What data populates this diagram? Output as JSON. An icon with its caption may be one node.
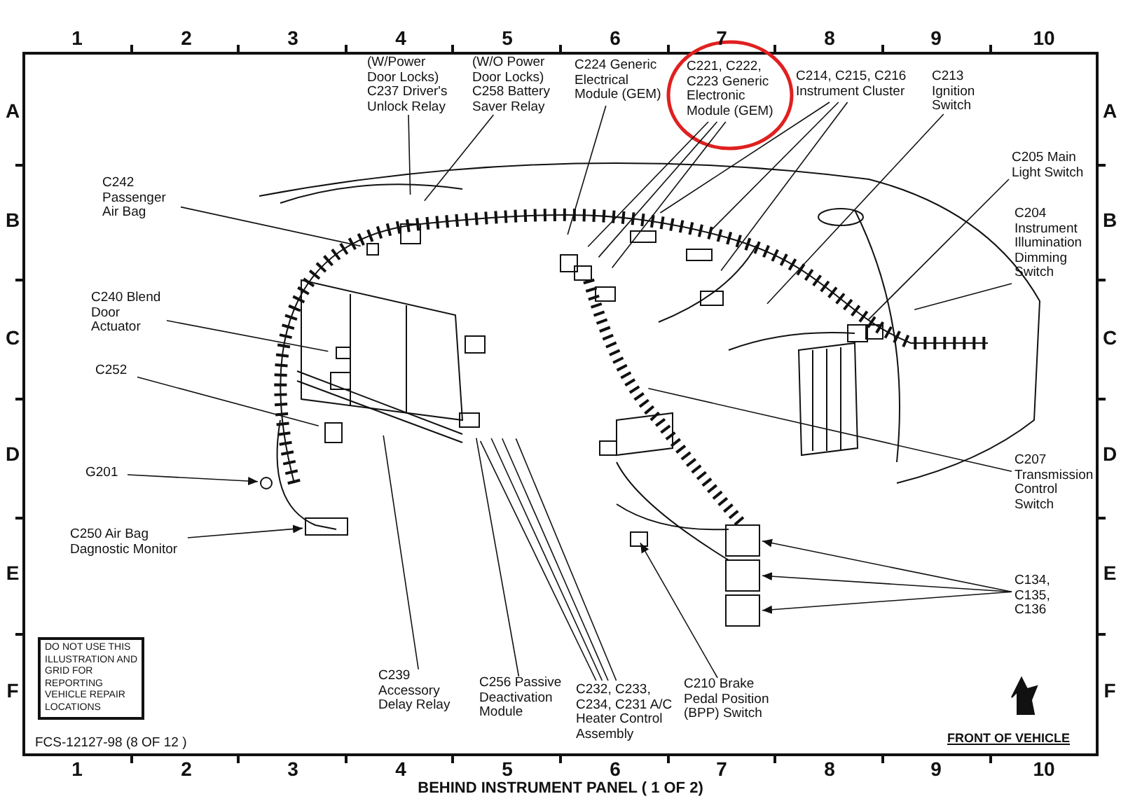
{
  "diagram": {
    "caption": "BEHIND INSTRUMENT PANEL ( 1 OF 2)",
    "nodes": [
      {
        "text": [
          "(W/Power Door Locks) C237 Driver's Unlock Relay"
        ]
      },
      {
        "text": [
          "(W/O Power Door Locks) C258 Battery Saver Relay"
        ]
      },
      {
        "text": [
          "C224 Generic Electrical Module (GEM)"
        ]
      },
      {
        "text": [
          "C221, C222, C223 Generic Electronic Module (GEM)"
        ]
      },
      {
        "text": [
          "C214, C215, C216 Instrument Cluster"
        ]
      },
      {
        "text": [
          "C213 Ignition Switch"
        ]
      },
      {
        "text": [
          "C205 Main Light Switch"
        ]
      },
      {
        "text": [
          "C242 Passenger Air Bag"
        ]
      },
      {
        "text": [
          "C204 Instrument Illumination Dimming Switch"
        ]
      },
      {
        "text": [
          "C240 Blend Door Actuator"
        ]
      },
      {
        "text": [
          "C252"
        ]
      },
      {
        "text": [
          "C207 Transmission Control Switch"
        ]
      },
      {
        "text": [
          "G201"
        ]
      },
      {
        "text": [
          "C250 Air Bag Dagnostic Monitor"
        ]
      },
      {
        "text": [
          "C134, C135, C136"
        ]
      },
      {
        "text": [
          "DO NOT USE THIS ILLUSTRATION AND GRID FOR REPORTING VEHICLE REPAIR LOCATIONS"
        ]
      },
      {
        "text": [
          "C239 Accessory Delay Relay"
        ]
      },
      {
        "text": [
          "C256 Passive Deactivation Module"
        ]
      },
      {
        "text": [
          "C232, C233, C234, C231 A/C Heater Control Assembly"
        ]
      },
      {
        "text": [
          "C210 Brake Pedal Position (BPP) Switch"
        ]
      }
    ],
    "edges": [
      {
        "from": 0,
        "to": null,
        "arrow": "none"
      },
      {
        "from": 1,
        "to": null,
        "arrow": "none"
      },
      {
        "from": 2,
        "to": null,
        "arrow": "none"
      },
      {
        "from": 3,
        "to": null,
        "arrow": "none"
      },
      {
        "from": 3,
        "to": null,
        "arrow": "none"
      },
      {
        "from": 3,
        "to": null,
        "arrow": "none"
      },
      {
        "from": 4,
        "to": null,
        "arrow": "none"
      },
      {
        "from": 4,
        "to": null,
        "arrow": "none"
      },
      {
        "from": 4,
        "to": null,
        "arrow": "none"
      },
      {
        "from": 5,
        "to": null,
        "arrow": "none"
      },
      {
        "from": 6,
        "to": null,
        "arrow": "none"
      },
      {
        "from": 7,
        "to": null,
        "arrow": "none"
      },
      {
        "from": 8,
        "to": null,
        "arrow": "none"
      },
      {
        "from": 9,
        "to": null,
        "arrow": "none"
      },
      {
        "from": 10,
        "to": null,
        "arrow": "none"
      },
      {
        "from": 11,
        "to": null,
        "arrow": "none"
      },
      {
        "from": 12,
        "to": null,
        "arrow": "to"
      },
      {
        "from": 13,
        "to": null,
        "arrow": "to"
      },
      {
        "from": 14,
        "to": null,
        "arrow": "to"
      },
      {
        "from": 14,
        "to": null,
        "arrow": "to"
      },
      {
        "from": 14,
        "to": null,
        "arrow": "to"
      },
      {
        "from": 16,
        "to": null,
        "arrow": "none"
      },
      {
        "from": 17,
        "to": null,
        "arrow": "none"
      },
      {
        "from": 18,
        "to": null,
        "arrow": "none"
      },
      {
        "from": 18,
        "to": null,
        "arrow": "none"
      },
      {
        "from": 18,
        "to": null,
        "arrow": "none"
      },
      {
        "from": 18,
        "to": null,
        "arrow": "none"
      },
      {
        "from": 19,
        "to": null,
        "arrow": "to"
      }
    ],
    "labels": [
      "1",
      "2",
      "3",
      "4",
      "5",
      "6",
      "7",
      "8",
      "9",
      "10",
      "A",
      "A",
      "B",
      "B",
      "C",
      "C",
      "D",
      "D",
      "E",
      "E",
      "F",
      "F",
      "FCS-12127-98 (8 OF 12 )",
      "FRONT OF VEHICLE",
      "1",
      "2",
      "3",
      "4",
      "5",
      "6",
      "7",
      "8",
      "9",
      "10"
    ]
  }
}
